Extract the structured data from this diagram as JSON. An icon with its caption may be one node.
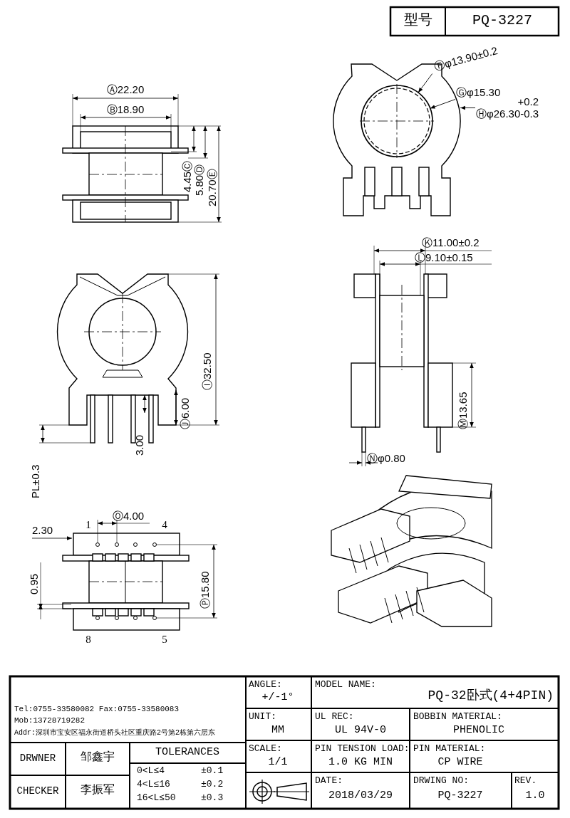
{
  "diagram": {
    "nodes": [
      {
        "text": [
          "Ⓕφ13.90±0.2"
        ]
      },
      {
        "text": [
          "Ⓖφ15.30"
        ]
      },
      {
        "text": [
          "+0.2",
          "Ⓗφ26.30-0.3"
        ]
      },
      {
        "text": [],
        "shape": "picture"
      },
      {
        "text": [],
        "shape": "circle",
        "in": 3
      }
    ],
    "edges": [
      {
        "from": 0,
        "to": 4,
        "arrow": "to"
      },
      {
        "from": 1,
        "to": 4,
        "arrow": "to"
      },
      {
        "from": 2,
        "to": 3,
        "arrow": "to"
      }
    ],
    "labels": [
      "型号",
      "PQ-3227",
      "Ⓐ22.20",
      "Ⓑ18.90",
      "4.45Ⓒ",
      "5.80Ⓓ",
      "20.70Ⓔ",
      "Ⓚ11.00±0.2",
      "Ⓛ9.10±0.15",
      "Ⓘ32.50",
      "Ⓙ6.00",
      "Ⓜ13.65",
      "3.00",
      "Ⓝφ0.80",
      "PL±0.3",
      "Ⓞ4.00",
      "1",
      "4",
      "2.30",
      "0.95",
      "Ⓟ15.80",
      "8",
      "5",
      "Tel:0755-33580082 Fax:0755-33580083",
      "Mob:13728719282",
      "Addr:深圳市宝安区福永街道桥头社区重庆路2号第2栋第六层东",
      "ANGLE:",
      "+/-1°",
      "MODEL NAME:",
      "PQ-32卧式(4+4PIN)",
      "UNIT:",
      "MM",
      "UL REC:",
      "UL 94V-0",
      "BOBBIN MATERIAL:",
      "PHENOLIC",
      "DRWNER",
      "邹鑫宇",
      "TOLERANCES",
      "SCALE:",
      "1/1",
      "PIN TENSION LOAD:",
      "1.0 KG MIN",
      "PIN MATERIAL:",
      "CP WIRE",
      "0<L≤4",
      "±0.1",
      "4<L≤16",
      "±0.2",
      "CHECKER",
      "李振军",
      "16<L≤50",
      "±0.3",
      "DATE:",
      "2018/03/29",
      "DRWING NO:",
      "PQ-3227",
      "REV.",
      "1.0"
    ]
  }
}
